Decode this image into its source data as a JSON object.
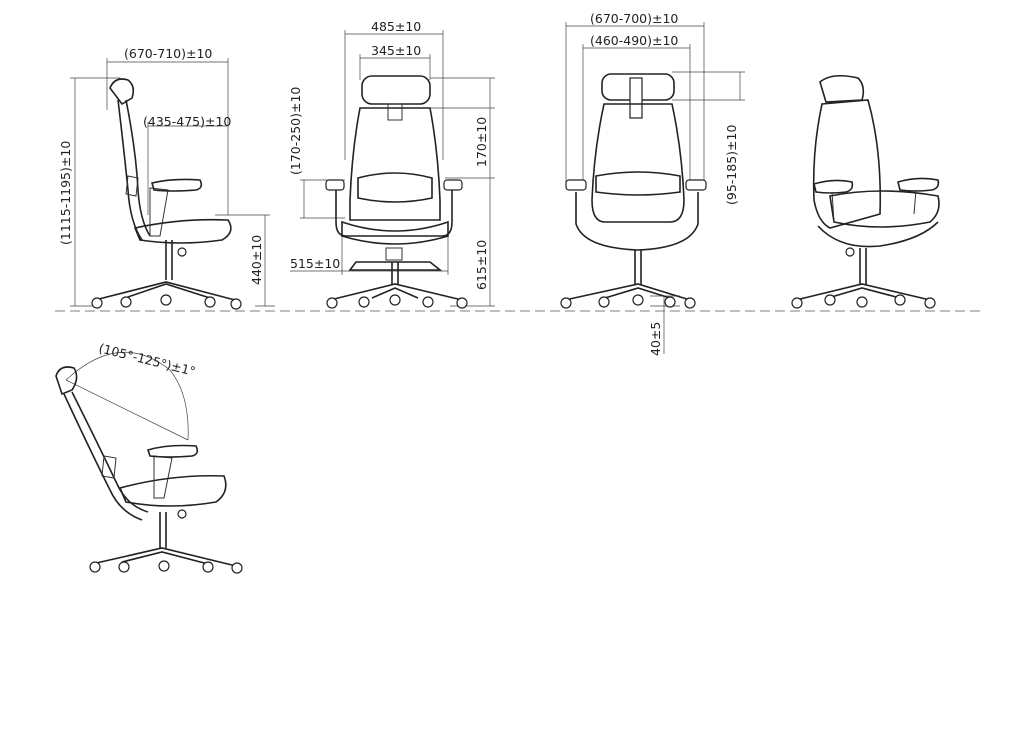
{
  "sheet": {
    "title": "",
    "colors": {
      "ink": "#222222",
      "paper": "#ffffff",
      "mesh": "#555555"
    }
  },
  "views": {
    "side": {
      "depth_label": "(670-710)±10",
      "seat_depth_label": "(435-475)±10",
      "height_label": "(1115-1195)±10",
      "seat_height_label": "440±10"
    },
    "front": {
      "back_width_label": "485±10",
      "headrest_width_label": "345±10",
      "armrest_height_label": "(170-250)±10",
      "headrest_adjust_label": "170±10",
      "back_height_label": "615±10",
      "seat_width_label": "515±10"
    },
    "rear": {
      "overall_width_label": "(670-700)±10",
      "arm_width_label": "(460-490)±10",
      "lumbar_adjust_label": "(95-185)±10",
      "seat_travel_label": "40±5"
    },
    "perspective": {},
    "recline": {
      "angle_label": "(105°-125°)±1°"
    }
  }
}
